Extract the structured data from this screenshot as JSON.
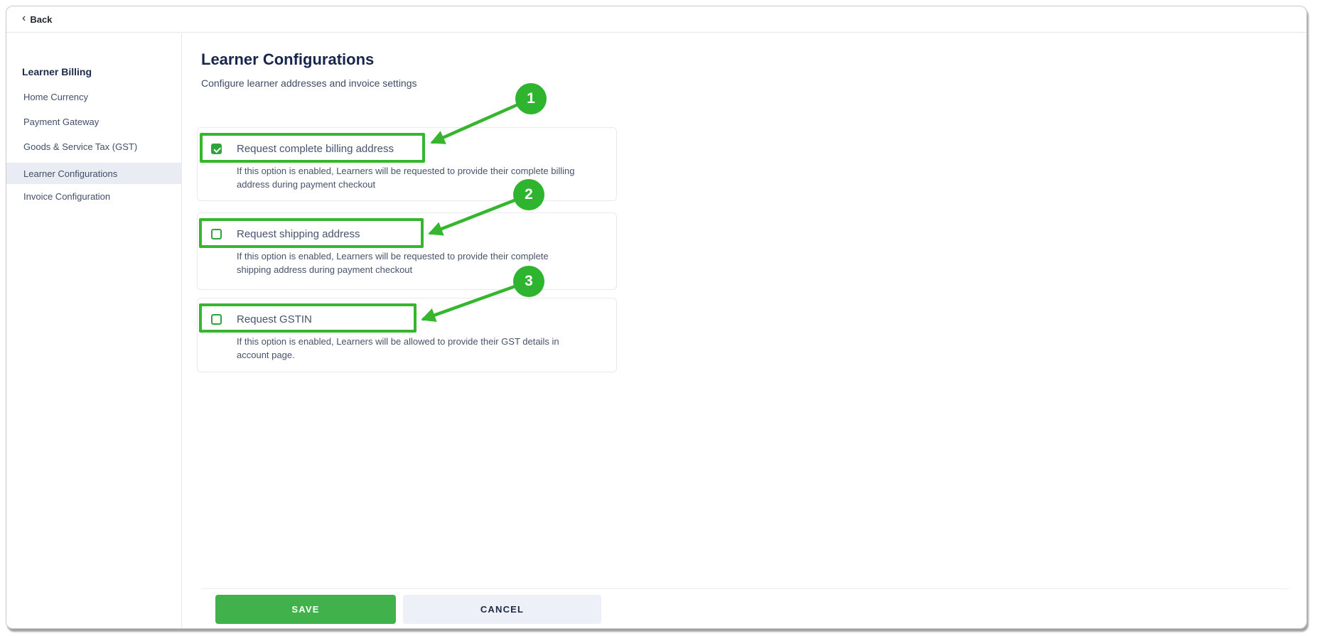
{
  "back": {
    "label": "Back",
    "chevron": "‹"
  },
  "sidebar": {
    "title": "Learner Billing",
    "items": [
      {
        "label": "Home Currency",
        "active": false
      },
      {
        "label": "Payment Gateway",
        "active": false
      },
      {
        "label": "Goods & Service Tax (GST)",
        "active": false
      },
      {
        "label": "Learner Configurations",
        "active": true
      },
      {
        "label": "Invoice Configuration",
        "active": false
      }
    ]
  },
  "main": {
    "title": "Learner Configurations",
    "subtitle": "Configure learner addresses and invoice settings",
    "options": [
      {
        "label": "Request complete billing address",
        "checked": true,
        "description": "If this option is enabled, Learners will be requested to provide their complete billing address during payment checkout",
        "annotation_number": "1"
      },
      {
        "label": "Request shipping address",
        "checked": false,
        "description": "If this option is enabled, Learners will be requested to provide their complete shipping address during payment checkout",
        "annotation_number": "2"
      },
      {
        "label": "Request GSTIN",
        "checked": false,
        "description": "If this option is enabled, Learners will be allowed to provide their GST details in account page.",
        "annotation_number": "3"
      }
    ],
    "buttons": {
      "save": "SAVE",
      "cancel": "CANCEL"
    }
  },
  "colors": {
    "accent_green": "#41b14b",
    "checkbox_green": "#2fa43c",
    "annotation_green": "#36b52e",
    "circle_green": "#2eb42e",
    "cancel_bg": "#edf0f7",
    "sidebar_highlight": "#e9ecf3",
    "title_text": "#17264a",
    "body_text": "#46536b"
  }
}
